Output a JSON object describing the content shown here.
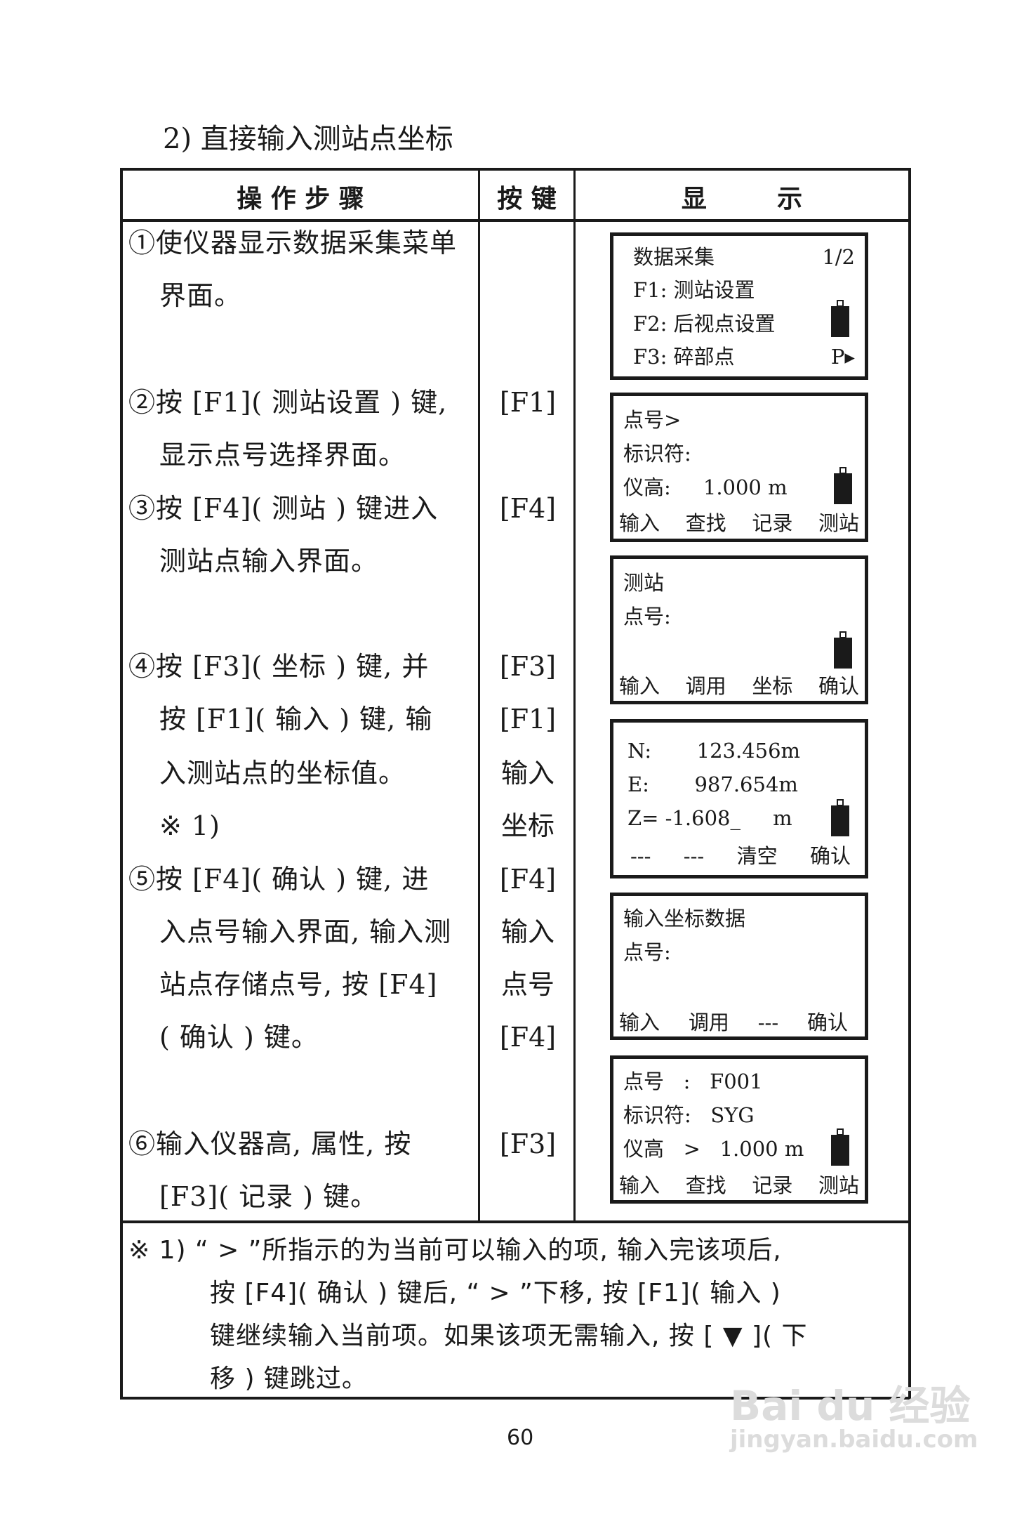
{
  "section_title": "2) 直接输入测站点坐标",
  "table": {
    "headers": [
      "操 作 步 骤",
      "按 键",
      "显        示"
    ],
    "steps": [
      {
        "lines": [
          "①使仪器显示数据采集菜单",
          "界面。"
        ]
      },
      {
        "lines": [
          "②按 [F1]( 测站设置 ) 键,",
          "显示点号选择界面。"
        ]
      },
      {
        "lines": [
          "③按 [F4]( 测站 ) 键进入",
          "测站点输入界面。"
        ]
      },
      {
        "lines": [
          "④按 [F3]( 坐标 ) 键, 并",
          "按 [F1]( 输入 ) 键, 输",
          "入测站点的坐标值。",
          "※ 1)"
        ]
      },
      {
        "lines": [
          "⑤按 [F4]( 确认 ) 键, 进",
          "入点号输入界面, 输入测",
          "站点存储点号, 按 [F4]",
          "( 确认 ) 键。"
        ]
      },
      {
        "lines": [
          "⑥输入仪器高, 属性, 按",
          "[F3]( 记录 ) 键。"
        ]
      }
    ],
    "keys": [
      "[F1]",
      "[F4]",
      "[F3]",
      "[F1]",
      "输入",
      "坐标",
      "[F4]",
      "输入",
      "点号",
      "[F4]",
      "[F3]"
    ],
    "screens": [
      {
        "title": "数据采集",
        "page": "1/2",
        "lines": [
          "F1: 测站设置",
          "F2: 后视点设置",
          "F3: 碎部点"
        ],
        "page_indicator": "P▸",
        "battery_icon": "battery-icon"
      },
      {
        "lines": [
          "点号>",
          "标识符:",
          "仪高:     1.000 m"
        ],
        "softkeys": [
          "输入",
          "查找",
          "记录",
          "测站"
        ],
        "battery_icon": "battery-icon"
      },
      {
        "lines": [
          "测站",
          "点号:"
        ],
        "softkeys": [
          "输入",
          "调用",
          "坐标",
          "确认"
        ],
        "battery_icon": "battery-icon"
      },
      {
        "lines": [
          "N:       123.456m",
          "E:       987.654m",
          "Z= -1.608_     m"
        ],
        "softkeys": [
          "---",
          "---",
          "清空",
          "确认"
        ],
        "battery_icon": "battery-icon"
      },
      {
        "lines": [
          "输入坐标数据",
          "点号:"
        ],
        "softkeys": [
          "输入",
          "调用",
          "---",
          "确认"
        ]
      },
      {
        "lines": [
          "点号   :   F001",
          "标识符:   SYG",
          "仪高   >   1.000 m"
        ],
        "softkeys": [
          "输入",
          "查找",
          "记录",
          "测站"
        ],
        "battery_icon": "battery-icon"
      }
    ],
    "footnote": {
      "lines": [
        "※ 1)  “ > ”所指示的为当前可以输入的项, 输入完该项后,",
        "按 [F4]( 确认 ) 键后, “ > ”下移, 按 [F1]( 输入 )",
        "键继续输入当前项。如果该项无需输入, 按 [ ▼ ]( 下",
        "移 ) 键跳过。"
      ]
    }
  },
  "page_number": "60",
  "watermark": {
    "brand": "Bai du 经验",
    "url": "jingyan.baidu.com"
  }
}
